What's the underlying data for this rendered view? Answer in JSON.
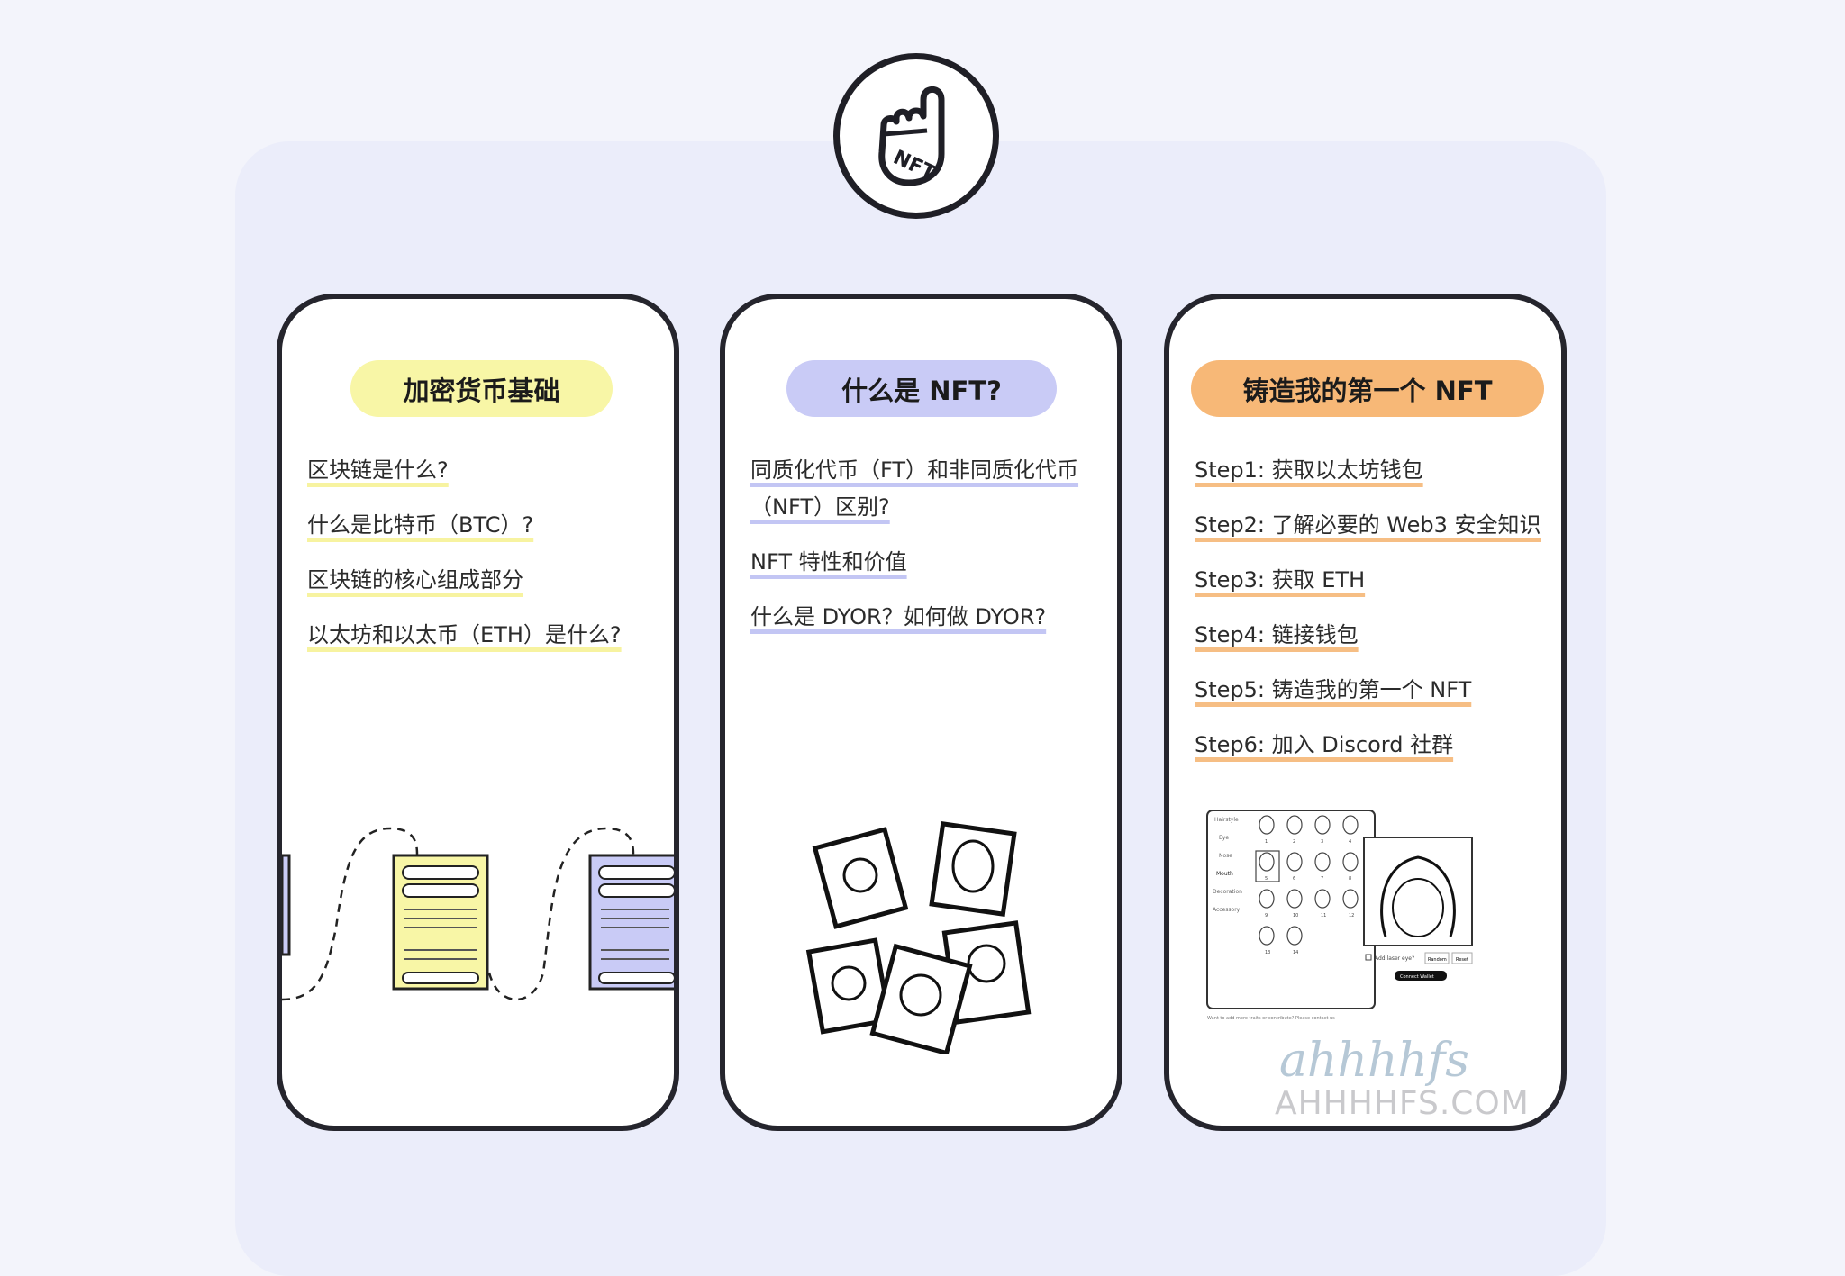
{
  "logo": {
    "icon": "nft-hand-icon",
    "text": "NFT"
  },
  "cards": [
    {
      "title": "加密货币基础",
      "color": "#f8f6a6",
      "underline": "#f7f3a0",
      "items": [
        "区块链是什么?",
        "什么是比特币（BTC）?",
        "区块链的核心组成部分",
        "以太坊和以太币（ETH）是什么?"
      ]
    },
    {
      "title": "什么是 NFT?",
      "color": "#c9cbf6",
      "underline": "#c3c6f4",
      "items": [
        "同质化代币（FT）和非同质化代币（NFT）区别?",
        "NFT 特性和价值",
        "什么是 DYOR？如何做 DYOR?"
      ]
    },
    {
      "title": "铸造我的第一个 NFT",
      "color": "#f7b877",
      "underline": "#f6be84",
      "items": [
        "Step1: 获取以太坊钱包",
        "Step2: 了解必要的 Web3 安全知识",
        "Step3: 获取 ETH",
        "Step4: 链接钱包",
        "Step5: 铸造我的第一个 NFT",
        "Step6: 加入 Discord 社群"
      ]
    }
  ],
  "mint_ui": {
    "traits": [
      "Hairstyle",
      "Eye",
      "Nose",
      "Mouth",
      "Decoration",
      "Accessory"
    ],
    "options": [
      "1",
      "2",
      "3",
      "4",
      "5",
      "6",
      "7",
      "8",
      "9",
      "10",
      "11",
      "12",
      "13",
      "14"
    ],
    "laser_label": "Add laser eye?",
    "random_label": "Random",
    "reset_label": "Reset",
    "connect_label": "Connect Wallet",
    "footer_note": "Want to add more traits or contribute? Please contact us"
  },
  "watermark": {
    "logo_text": "ahhhhfs",
    "site": "AHHHHFS.COM"
  }
}
